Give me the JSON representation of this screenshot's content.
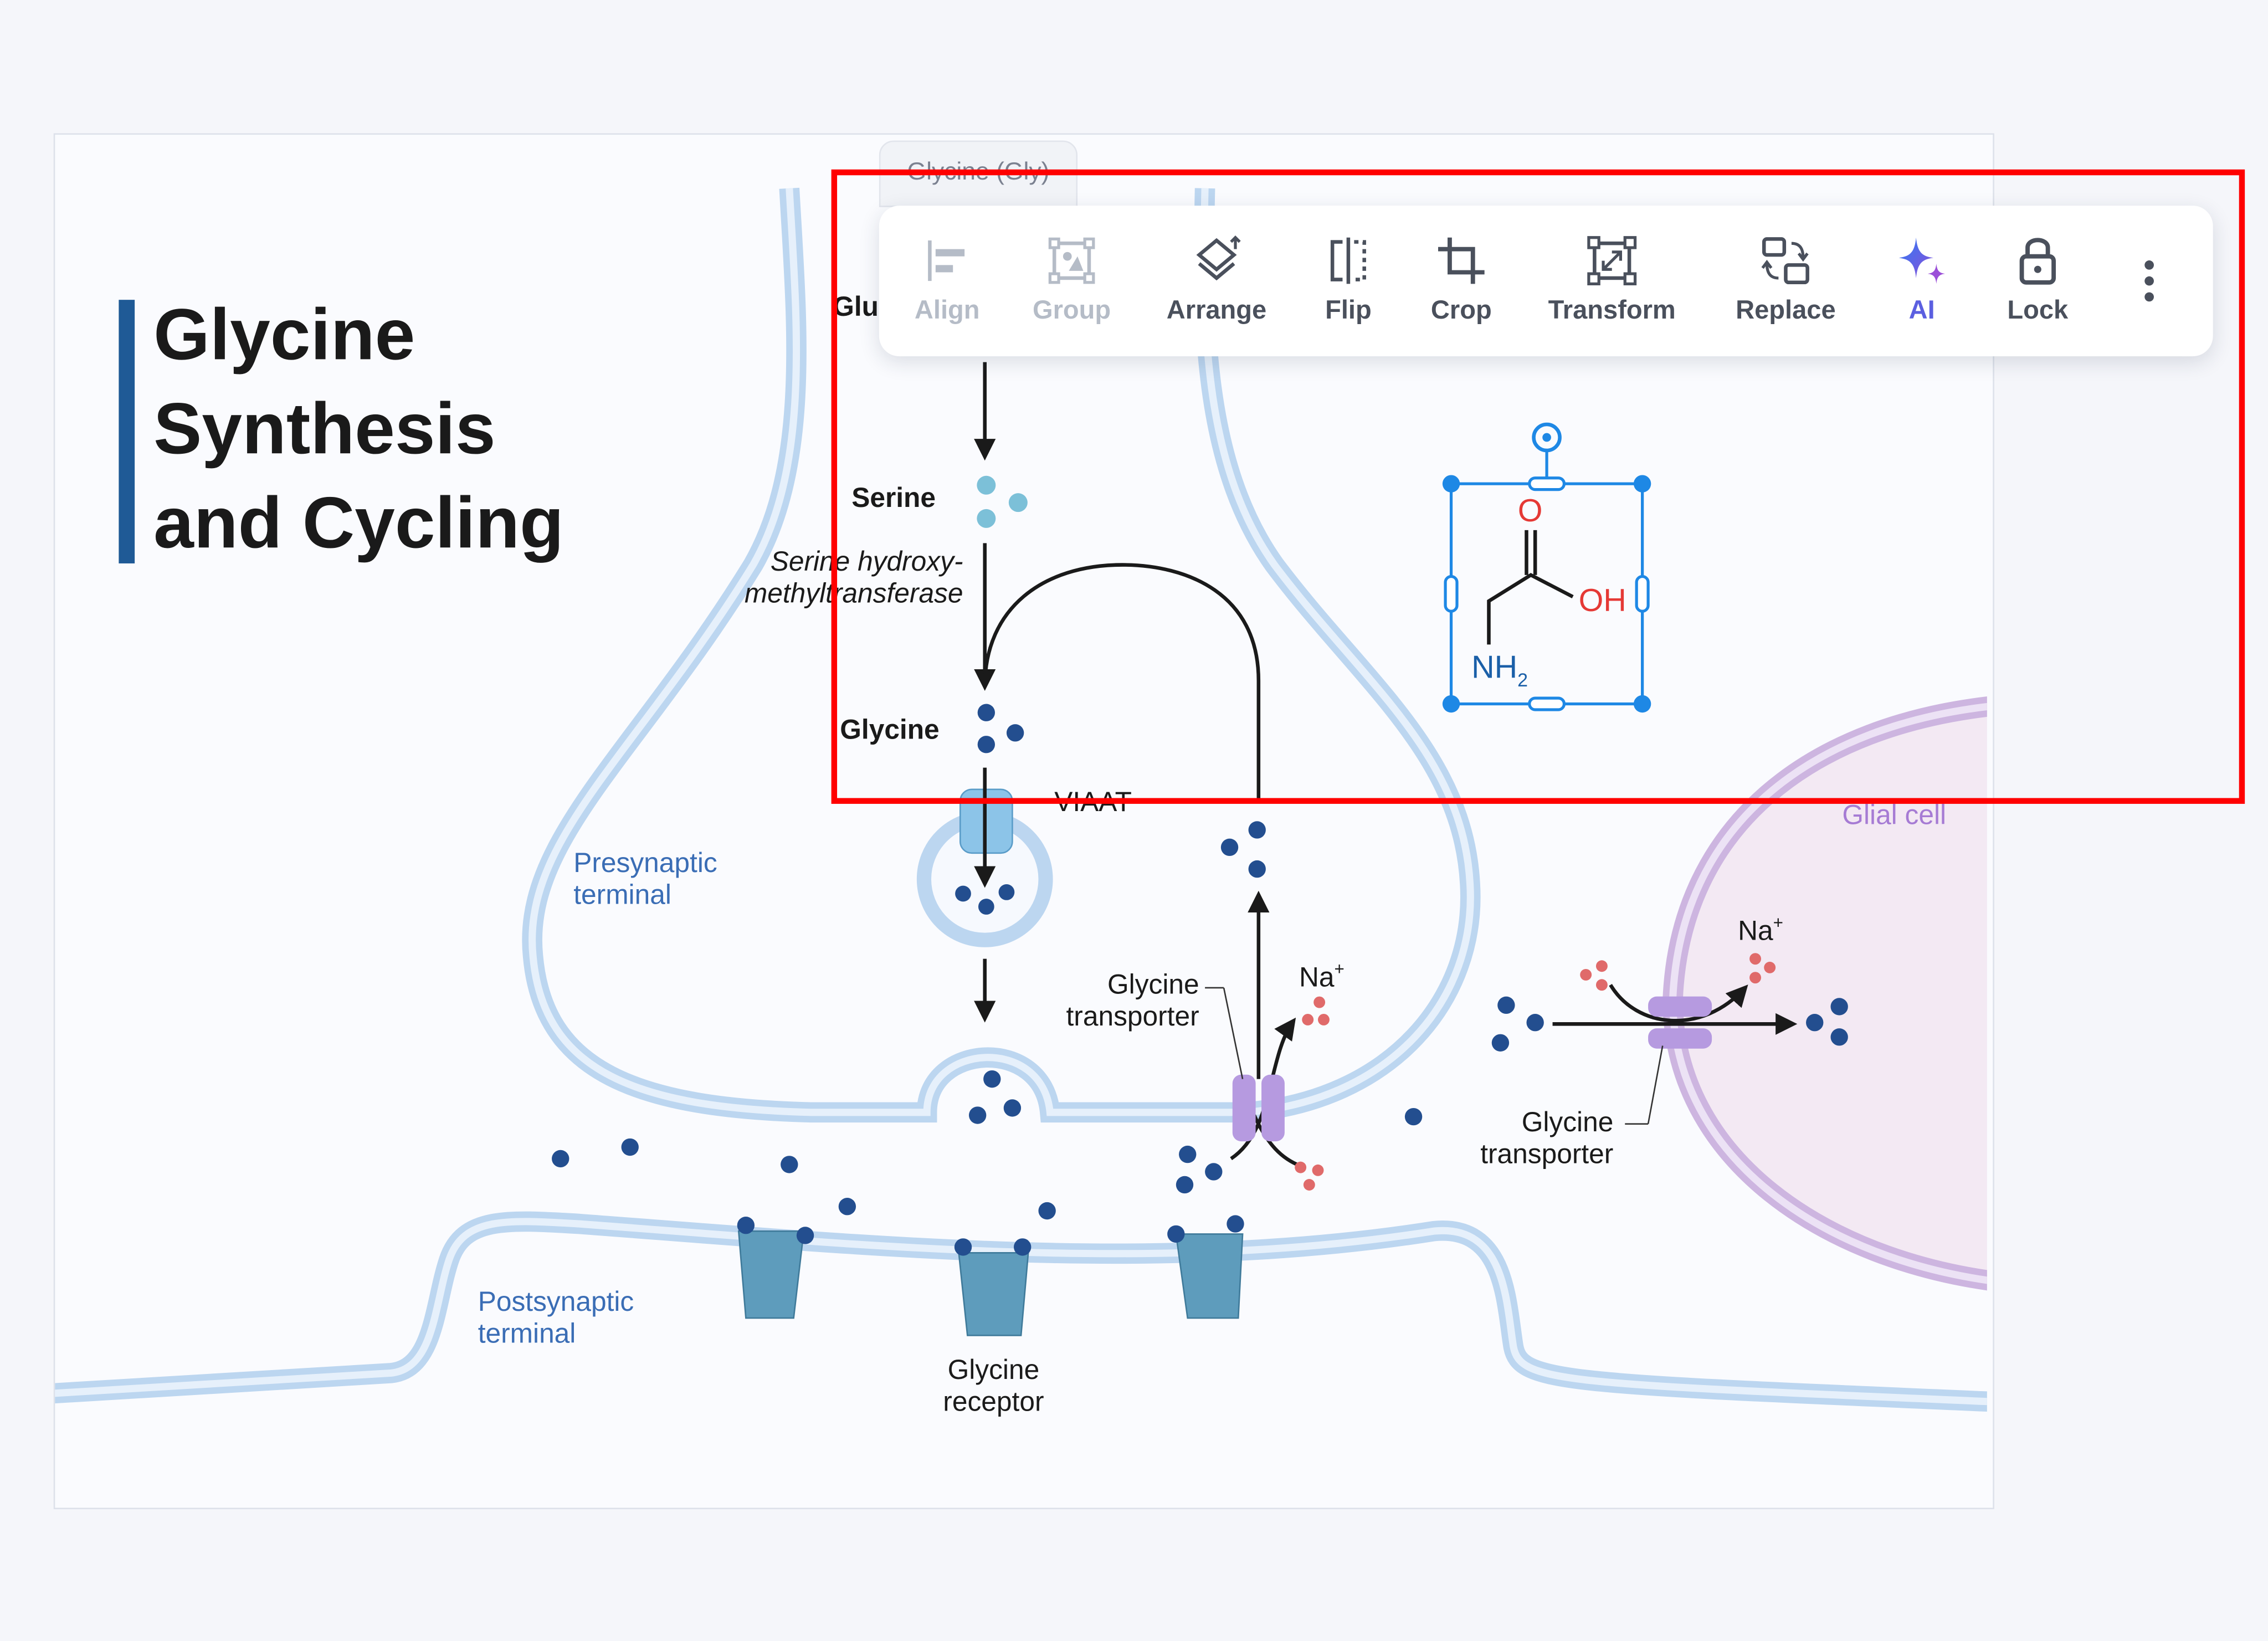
{
  "diagram": {
    "title_lines": [
      "Glycine",
      "Synthesis",
      "and Cycling"
    ],
    "labels": {
      "glucose_partial": "Glu",
      "serine": "Serine",
      "enzyme_line1": "Serine hydroxy-",
      "enzyme_line2": "methyltransferase",
      "glycine": "Glycine",
      "viaat": "VIAAT",
      "presynaptic_line1": "Presynaptic",
      "presynaptic_line2": "terminal",
      "postsynaptic_line1": "Postsynaptic",
      "postsynaptic_line2": "terminal",
      "transporter1_line1": "Glycine",
      "transporter1_line2": "transporter",
      "transporter2_line1": "Glycine",
      "transporter2_line2": "transporter",
      "receptor_line1": "Glycine",
      "receptor_line2": "receptor",
      "na1": "Na",
      "na2": "Na",
      "plus": "+",
      "glial_cell": "Glial cell"
    },
    "molecule": {
      "o": "O",
      "oh": "OH",
      "nh": "NH",
      "sub2": "2"
    }
  },
  "tab": {
    "label": "Glycine (Gly)"
  },
  "toolbar": {
    "items": [
      {
        "label": "Align",
        "icon": "align-left-icon",
        "state": "disabled"
      },
      {
        "label": "Group",
        "icon": "group-icon",
        "state": "disabled"
      },
      {
        "label": "Arrange",
        "icon": "layers-icon",
        "state": "normal"
      },
      {
        "label": "Flip",
        "icon": "flip-icon",
        "state": "normal"
      },
      {
        "label": "Crop",
        "icon": "crop-icon",
        "state": "normal"
      },
      {
        "label": "Transform",
        "icon": "transform-icon",
        "state": "normal"
      },
      {
        "label": "Replace",
        "icon": "replace-icon",
        "state": "normal"
      },
      {
        "label": "AI",
        "icon": "sparkle-icon",
        "state": "accent"
      },
      {
        "label": "Lock",
        "icon": "lock-icon",
        "state": "normal"
      }
    ],
    "more_icon": "more-vertical-icon"
  },
  "colors": {
    "title_bar": "#1f5a96",
    "membrane": "#bcd6f0",
    "glycine_dot": "#234e8f",
    "serine_dot": "#7cc0d8",
    "sodium_dot": "#e06a6a",
    "transporter": "#b69ae0",
    "receptor": "#5e9cbc",
    "selection": "#1e88e5",
    "highlight": "#ff0000",
    "ai_accent": "#5b5fe0"
  }
}
